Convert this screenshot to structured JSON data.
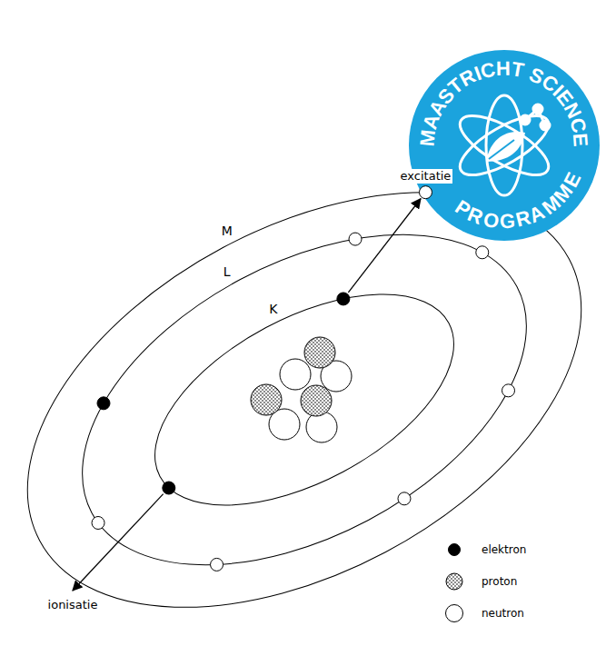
{
  "diagram": {
    "labels": [
      "MAASTRICHT SCIENCE",
      "PROGRAMME",
      "M",
      "L",
      "K",
      "excitatie",
      "ionisatie"
    ],
    "legend": [
      {
        "text": "elektron",
        "color": "#000000"
      },
      {
        "text": "proton"
      },
      {
        "text": "neutron",
        "color": "#ffffff"
      }
    ]
  }
}
